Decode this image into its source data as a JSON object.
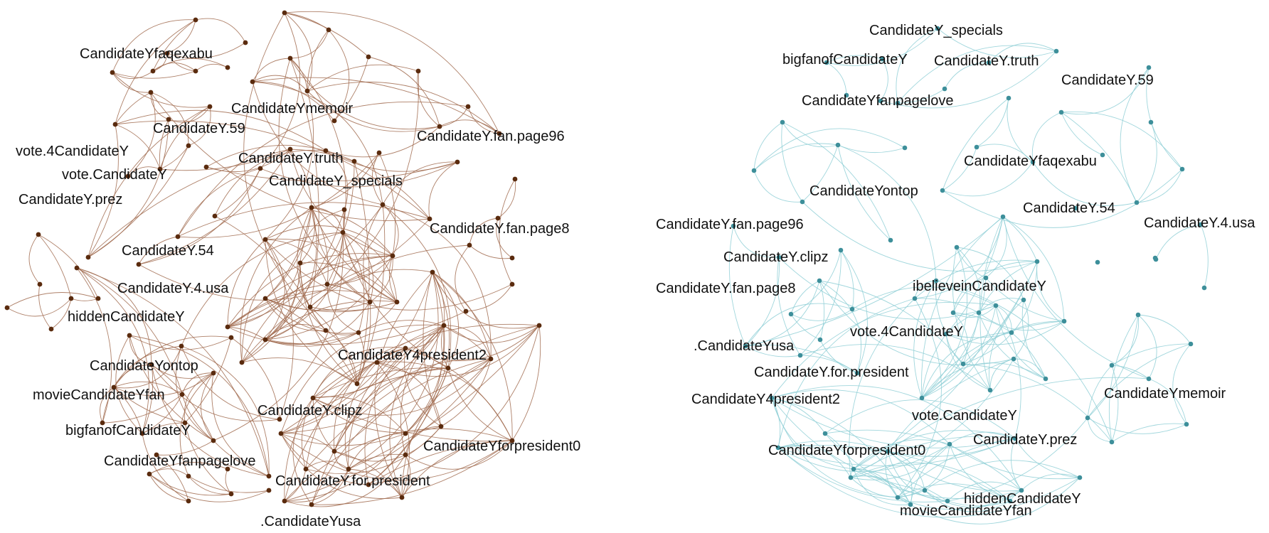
{
  "colors": {
    "left_node": "#5a2b0e",
    "left_edge": "#a06a4e",
    "right_node": "#3d8f9a",
    "right_edge": "#8fcfd6"
  },
  "left_network": {
    "labels": [
      "CandidateYfaqexabu",
      "CandidateYmemoir",
      "CandidateY.59",
      "CandidateY.fan.page96",
      "vote.4CandidateY",
      "CandidateY.truth",
      "vote.CandidateY",
      "CandidateY_specials",
      "CandidateY.prez",
      "CandidateY.fan.page8",
      "CandidateY.54",
      "CandidateY.4.usa",
      "hiddenCandidateY",
      "CandidateY4president2",
      "CandidateYontop",
      "movieCandidateYfan",
      "CandidateY.clipz",
      "bigfanofCandidateY",
      "CandidateYforpresident0",
      "CandidateYfanpagelove",
      "CandidateY.for.president",
      ".CandidateYusa"
    ]
  },
  "right_network": {
    "labels": [
      "CandidateY_specials",
      "bigfanofCandidateY",
      "CandidateY.truth",
      "CandidateY.59",
      "CandidateYfanpagelove",
      "CandidateYfaqexabu",
      "CandidateYontop",
      "CandidateY.54",
      "CandidateY.fan.page96",
      "CandidateY.4.usa",
      "CandidateY.clipz",
      "ibelieveinCandidateY",
      "CandidateY.fan.page8",
      "vote.4CandidateY",
      ".CandidateYusa",
      "CandidateY.for.president",
      "CandidateY4president2",
      "vote.CandidateY",
      "CandidateYmemoir",
      "CandidateY.prez",
      "CandidateYforpresident0",
      "hiddenCandidateY",
      "movieCandidateYfan"
    ]
  }
}
